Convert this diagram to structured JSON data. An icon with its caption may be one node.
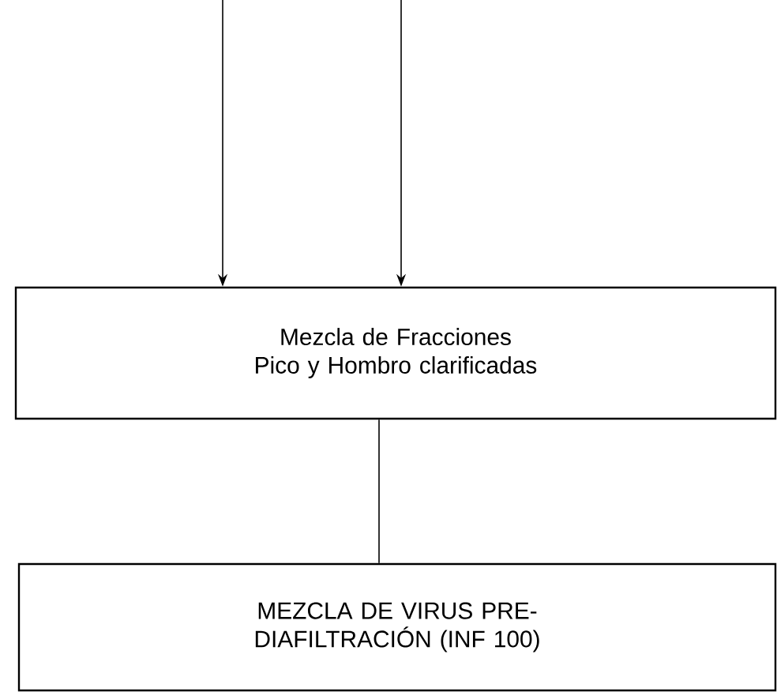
{
  "diagram": {
    "nodes": [
      {
        "text": [
          "Mezcla de Fracciones Pico y Hombro clarificadas"
        ]
      },
      {
        "text": [
          "MEZCLA DE VIRUS PRE-DIAFILTRACIÓN (INF 100)"
        ]
      }
    ],
    "edges": [
      {
        "from": null,
        "to": 0,
        "arrow": "to"
      },
      {
        "from": null,
        "to": 0,
        "arrow": "to"
      },
      {
        "from": 0,
        "to": 1,
        "arrow": "none"
      }
    ]
  }
}
